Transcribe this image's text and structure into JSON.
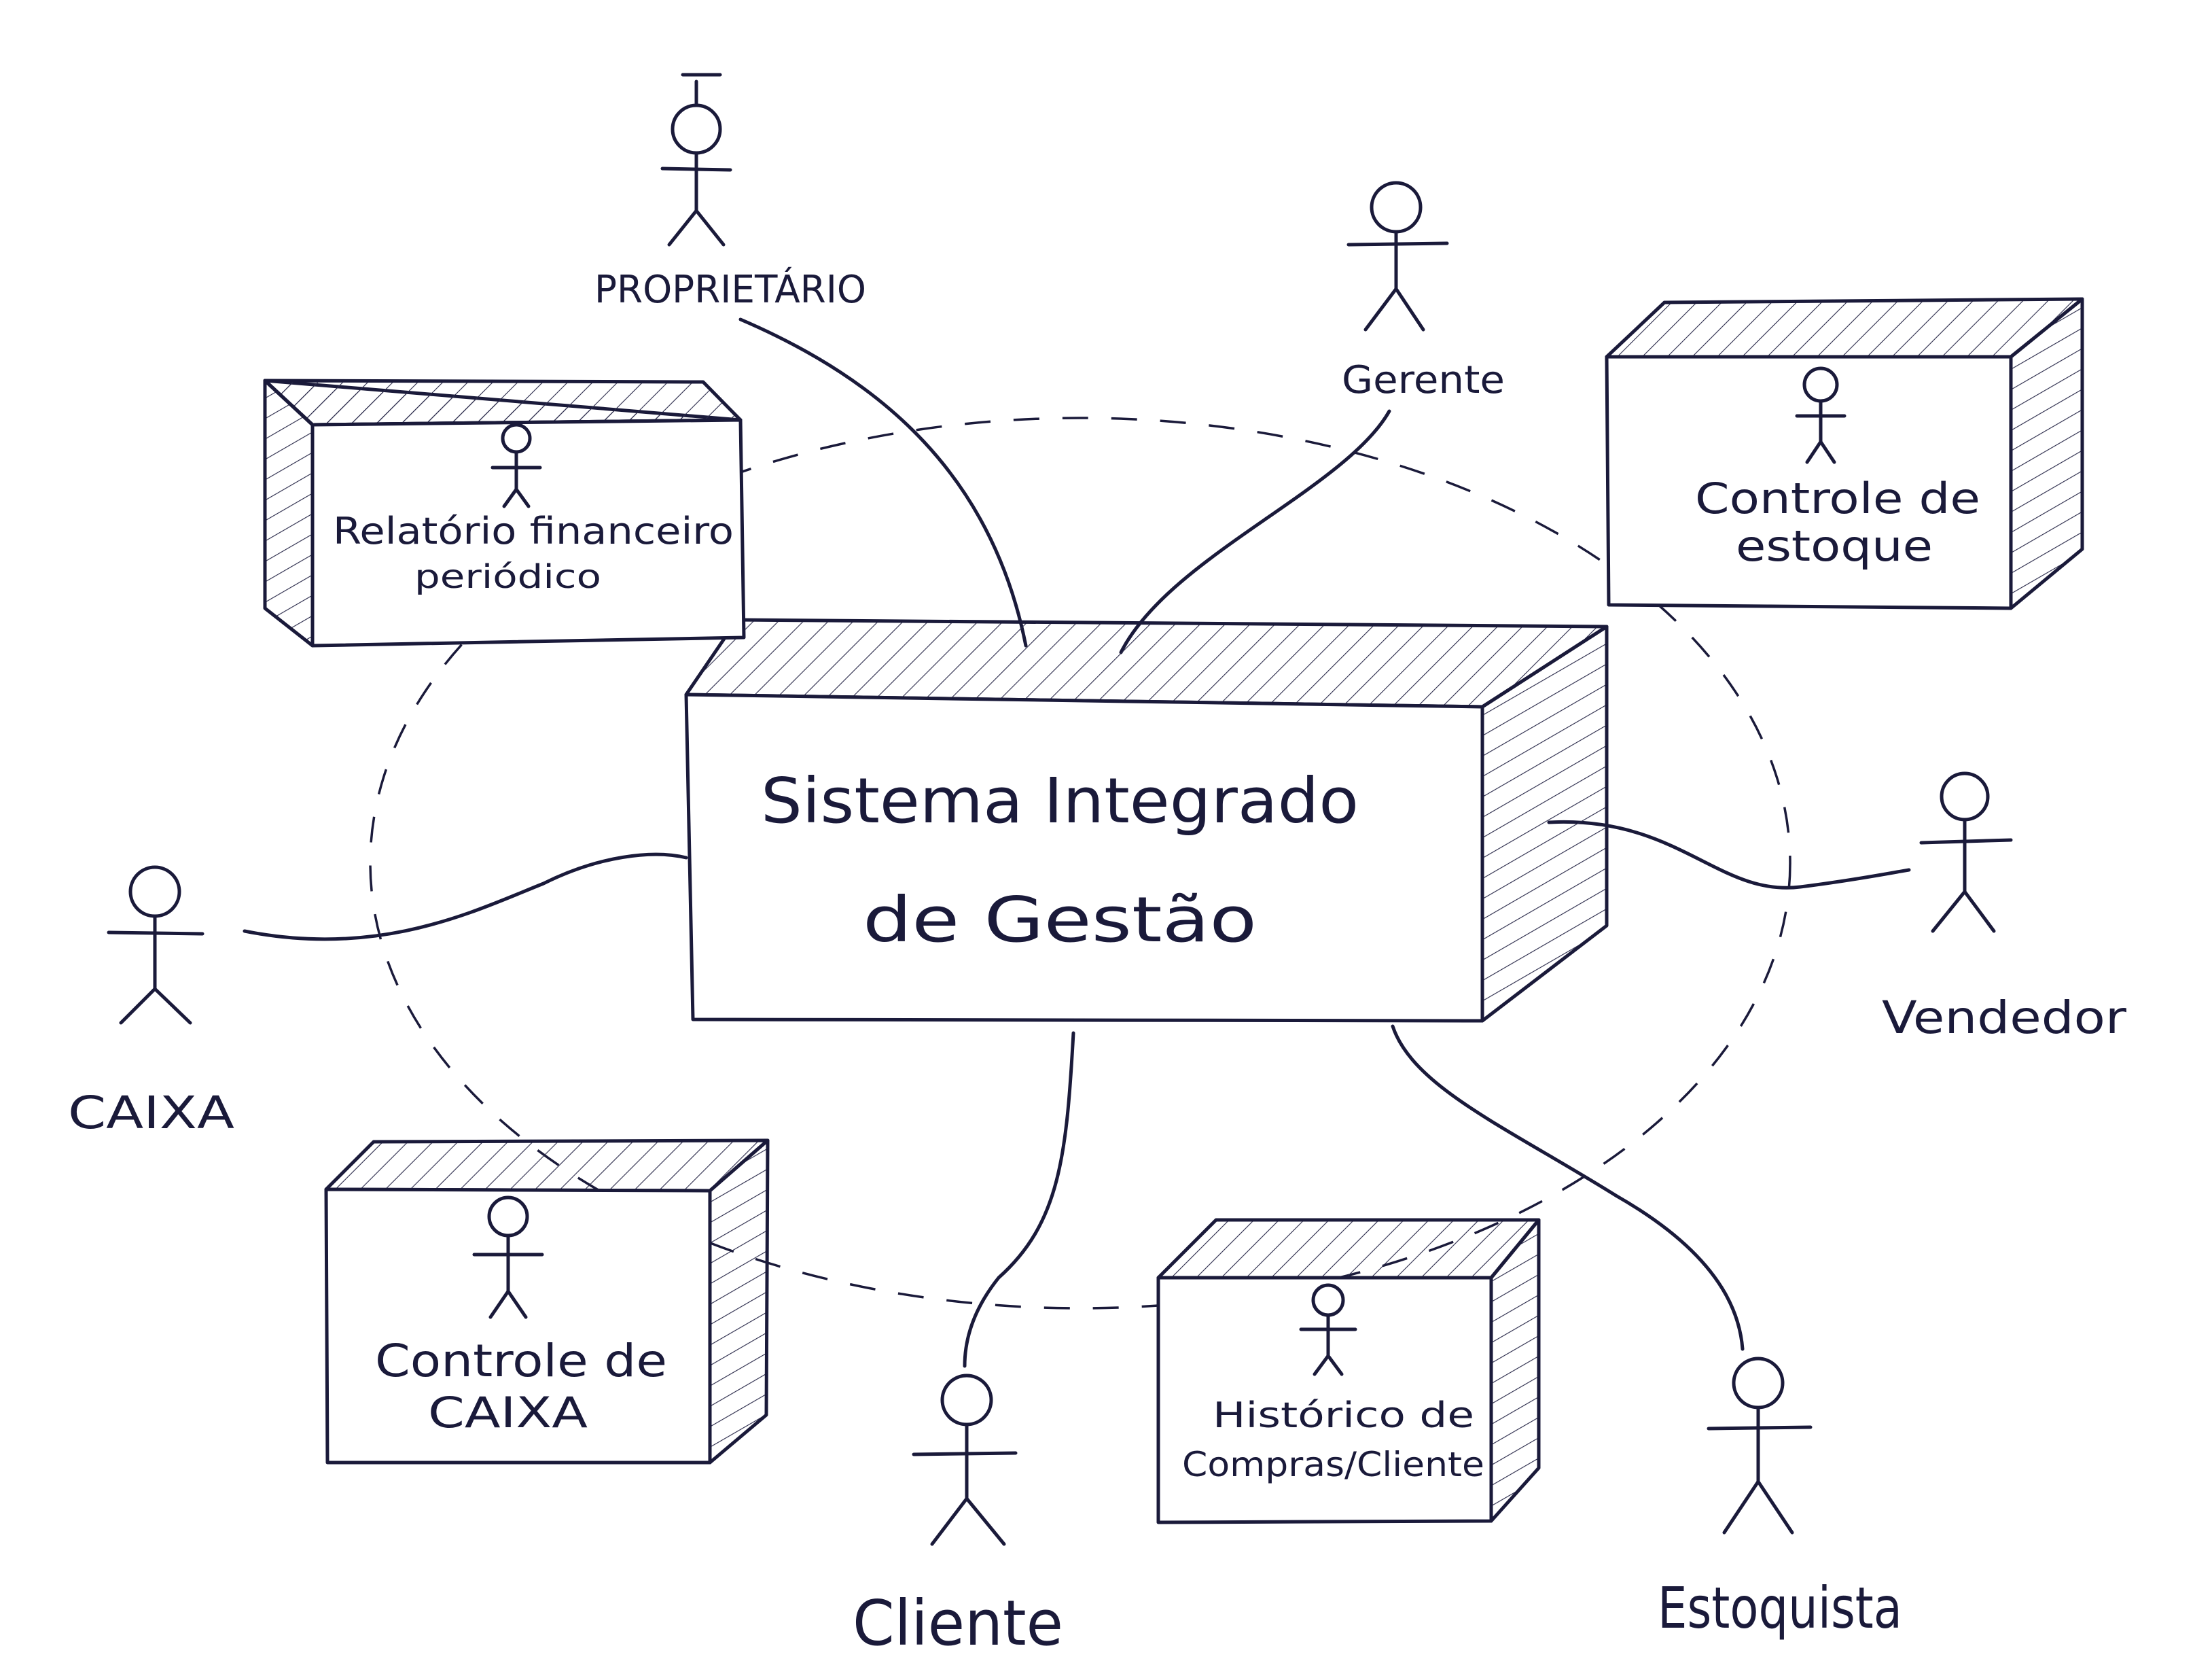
{
  "diagram": {
    "central_system": {
      "line1": "Sistema Integrado",
      "line2": "de Gestão"
    },
    "modules": {
      "financial_report": {
        "line1": "Relatório financeiro",
        "line2": "periódico"
      },
      "stock_control": {
        "line1": "Controle de",
        "line2": "estoque"
      },
      "cash_control": {
        "line1": "Controle de",
        "line2": "CAIXA"
      },
      "purchase_history": {
        "line1": "Histórico de",
        "line2": "Compras/Cliente"
      }
    },
    "actors": {
      "owner": "PROPRIETÁRIO",
      "manager": "Gerente",
      "cashier": "CAIXA",
      "seller": "Vendedor",
      "customer": "Cliente",
      "stockist": "Estoquista"
    }
  }
}
